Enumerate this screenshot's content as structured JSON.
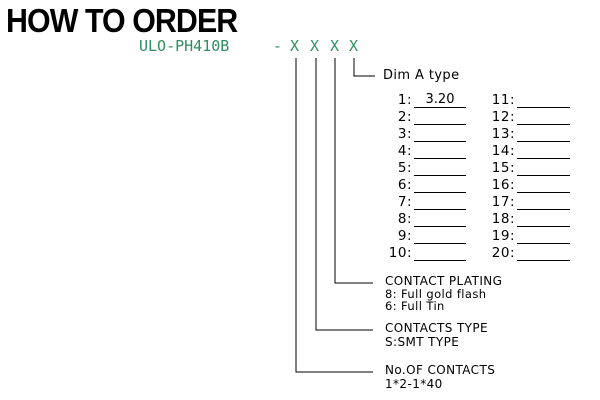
{
  "title": "HOW TO ORDER",
  "part_number": "ULO-PH410B",
  "separator": "-",
  "selectors": [
    "X",
    "X",
    "X",
    "X"
  ],
  "dim_a": {
    "label": "Dim A type",
    "rows_left": [
      {
        "num": "1:",
        "value": "3.20"
      },
      {
        "num": "2:",
        "value": ""
      },
      {
        "num": "3:",
        "value": ""
      },
      {
        "num": "4:",
        "value": ""
      },
      {
        "num": "5:",
        "value": ""
      },
      {
        "num": "6:",
        "value": ""
      },
      {
        "num": "7:",
        "value": ""
      },
      {
        "num": "8:",
        "value": ""
      },
      {
        "num": "9:",
        "value": ""
      },
      {
        "num": "10:",
        "value": ""
      }
    ],
    "rows_right": [
      {
        "num": "11:",
        "value": ""
      },
      {
        "num": "12:",
        "value": ""
      },
      {
        "num": "13:",
        "value": ""
      },
      {
        "num": "14:",
        "value": ""
      },
      {
        "num": "15:",
        "value": ""
      },
      {
        "num": "16:",
        "value": ""
      },
      {
        "num": "17:",
        "value": ""
      },
      {
        "num": "18:",
        "value": ""
      },
      {
        "num": "19:",
        "value": ""
      },
      {
        "num": "20:",
        "value": ""
      }
    ]
  },
  "contact_plating": {
    "label": "CONTACT PLATING",
    "options": [
      "8: Full gold flash",
      "6: Full Tin"
    ]
  },
  "contacts_type": {
    "label": "CONTACTS TYPE",
    "options": [
      "S:SMT TYPE"
    ]
  },
  "no_of_contacts": {
    "label": "No.OF CONTACTS",
    "options": [
      "1*2-1*40"
    ]
  }
}
